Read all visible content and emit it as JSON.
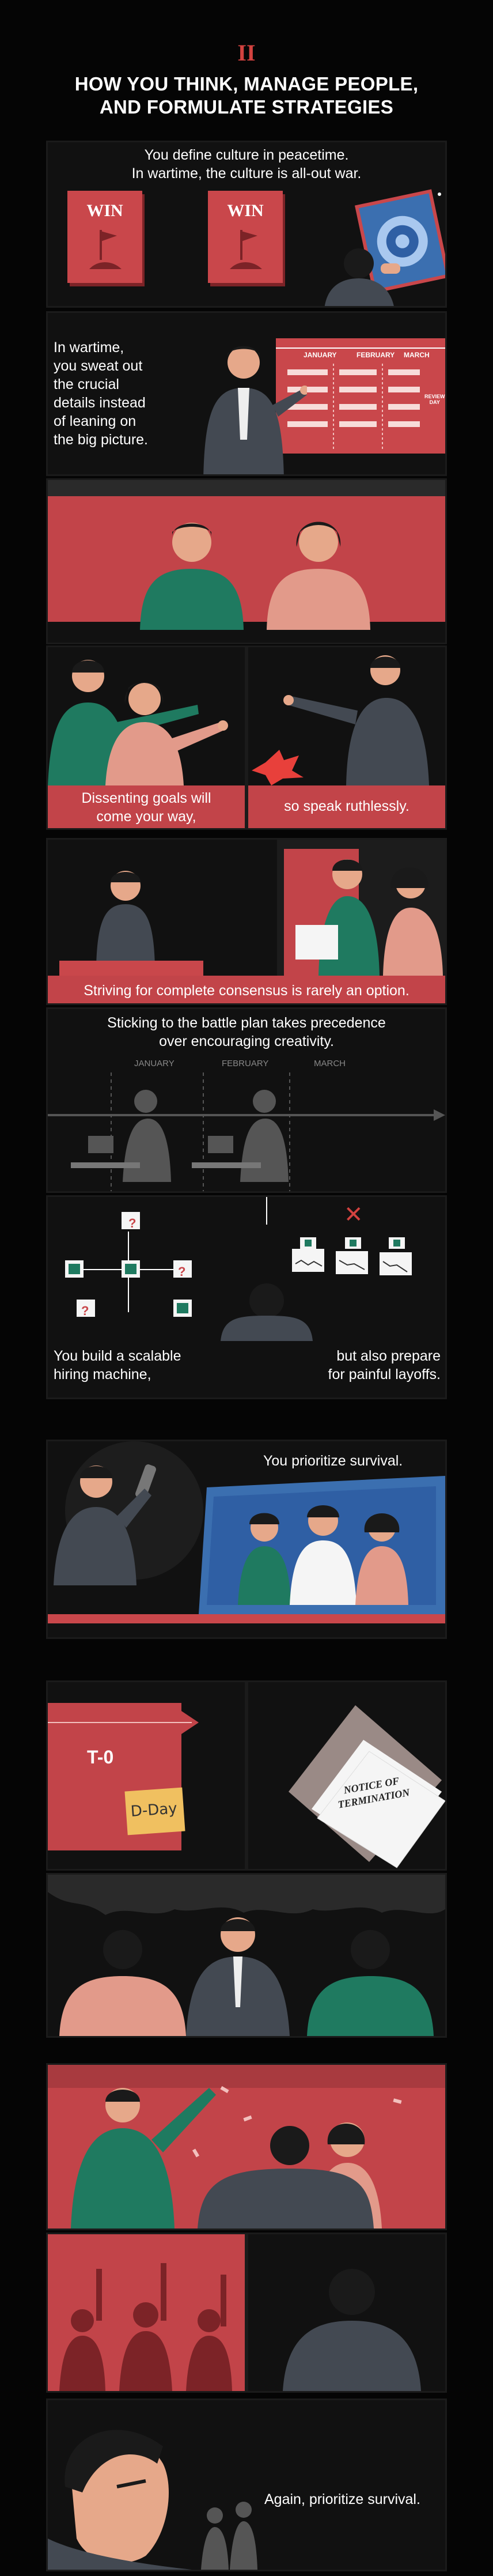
{
  "header": {
    "section_number": "II",
    "title_line1": "HOW YOU THINK, MANAGE PEOPLE,",
    "title_line2": "AND FORMULATE STRATEGIES"
  },
  "panel_culture": {
    "caption_line1": "You define culture in peacetime.",
    "caption_line2": "In wartime, the culture is all-out war.",
    "sign_left": "WIN",
    "sign_right": "WIN"
  },
  "panel_details": {
    "caption_lines": [
      "In wartime,",
      "you sweat out",
      "the crucial",
      "details instead",
      "of leaning on",
      "the big picture."
    ],
    "months": [
      "JANUARY",
      "FEBRUARY",
      "MARCH"
    ],
    "review_line1": "REVIEW",
    "review_line2": "DAY"
  },
  "panel_dissent": {
    "caption_left_line1": "Dissenting goals will",
    "caption_left_line2": "come your way,",
    "caption_right": "so speak ruthlessly."
  },
  "panel_consensus": {
    "caption": "Striving for complete consensus is rarely an option."
  },
  "panel_battle_plan": {
    "caption_line1": "Sticking to the battle plan takes precedence",
    "caption_line2": "over encouraging creativity.",
    "months": [
      "JANUARY",
      "FEBRUARY",
      "MARCH"
    ]
  },
  "panel_hiring": {
    "caption_left_line1": "You build a scalable",
    "caption_left_line2": "hiring machine,",
    "caption_right_line1": "but also prepare",
    "caption_right_line2": "for painful layoffs.",
    "question_mark": "?",
    "cross": "✕"
  },
  "panel_survival": {
    "caption": "You prioritize survival."
  },
  "panel_countdown": {
    "t_label": "T-0",
    "note_label": "D-Day",
    "notice_line1": "NOTICE OF",
    "notice_line2": "TERMINATION"
  },
  "panel_final": {
    "caption": "Again, prioritize survival."
  },
  "colors": {
    "accent_red": "#c9474b",
    "dark_panel": "#111111",
    "teal_shirt": "#1f7a60",
    "pink_shirt": "#e29a8a",
    "suit_grey": "#434952"
  }
}
